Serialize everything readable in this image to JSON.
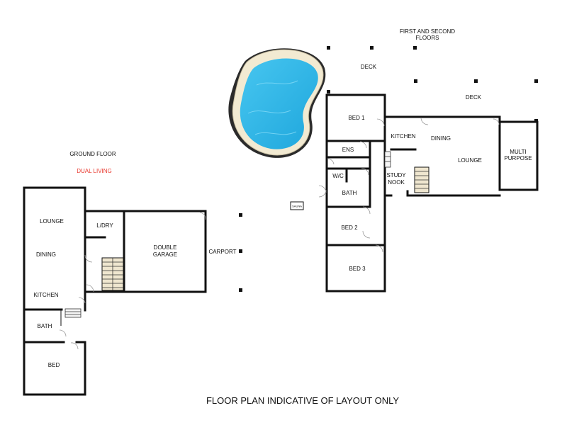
{
  "labels": {
    "ground_floor": "GROUND FLOOR",
    "dual_living": "DUAL LIVING",
    "lounge_g": "LOUNGE",
    "dining_g": "DINING",
    "kitchen_g": "KITCHEN",
    "bath_g": "BATH",
    "bed_g": "BED",
    "laundry": "L/DRY",
    "garage_1": "DOUBLE",
    "garage_2": "GARAGE",
    "carport": "CARPORT",
    "sauna": "SAUNA",
    "upper_title_1": "FIRST AND SECOND",
    "upper_title_2": "FLOORS",
    "deck_1": "DECK",
    "deck_2": "DECK",
    "bed_1": "BED 1",
    "ens": "ENS",
    "wc": "W/C",
    "bath_u": "BATH",
    "bed_2": "BED 2",
    "bed_3": "BED 3",
    "kitchen_u": "KITCHEN",
    "dining_u": "DINING",
    "lounge_u": "LOUNGE",
    "study_1": "STUDY",
    "study_2": "NOOK",
    "multi_1": "MULTI",
    "multi_2": "PURPOSE",
    "caption": "FLOOR PLAN INDICATIVE OF LAYOUT ONLY"
  },
  "colors": {
    "wall": "#111111",
    "accent_red": "#e8352a",
    "pool_water": "#2fb6e6",
    "pool_edge": "#f2ead2"
  }
}
